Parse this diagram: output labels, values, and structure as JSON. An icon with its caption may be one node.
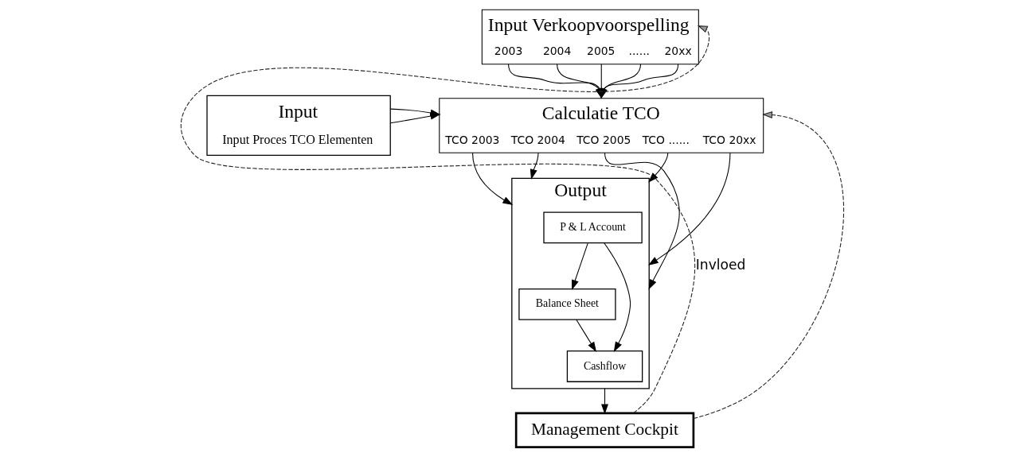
{
  "diagram": {
    "nodes": [
      {
        "text": [
          "Input Verkoopvoorspelling",
          "2003",
          "2004",
          "2005",
          "......",
          "20xx"
        ]
      },
      {
        "text": [
          "Input",
          "Input Proces TCO Elementen"
        ]
      },
      {
        "text": [
          "Calculatie TCO",
          "TCO 2003",
          "TCO 2004",
          "TCO 2005",
          "TCO ......",
          "TCO 20xx"
        ]
      },
      {
        "text": [
          "Output"
        ]
      },
      {
        "text": [
          "P & L Account"
        ],
        "in": 3
      },
      {
        "text": [
          "Balance Sheet"
        ],
        "in": 3
      },
      {
        "text": [
          "Cashflow"
        ],
        "in": 3
      },
      {
        "text": [
          "Management Cockpit"
        ]
      }
    ],
    "edges": [
      {
        "from": 0,
        "to": 2,
        "arrow": "to"
      },
      {
        "from": 0,
        "to": 2,
        "arrow": "to"
      },
      {
        "from": 0,
        "to": 2,
        "arrow": "to"
      },
      {
        "from": 0,
        "to": 2,
        "arrow": "to"
      },
      {
        "from": 0,
        "to": 2,
        "arrow": "to"
      },
      {
        "from": 1,
        "to": 2,
        "arrow": "to"
      },
      {
        "from": 1,
        "to": 2,
        "arrow": "to"
      },
      {
        "from": 2,
        "to": 3,
        "arrow": "to"
      },
      {
        "from": 2,
        "to": 3,
        "arrow": "to"
      },
      {
        "from": 2,
        "to": 3,
        "arrow": "to"
      },
      {
        "from": 2,
        "to": 3,
        "arrow": "to"
      },
      {
        "from": 2,
        "to": 3,
        "arrow": "to"
      },
      {
        "from": 4,
        "to": 6,
        "arrow": "to"
      },
      {
        "from": 4,
        "to": 5,
        "arrow": "to"
      },
      {
        "from": 5,
        "to": 6,
        "arrow": "to"
      },
      {
        "from": 3,
        "to": 7,
        "arrow": "to"
      },
      {
        "from": 7,
        "to": 0,
        "arrow": "to",
        "style": "dashed",
        "label": "Invloed"
      },
      {
        "from": 7,
        "to": 2,
        "arrow": "to",
        "style": "dashed"
      }
    ]
  }
}
